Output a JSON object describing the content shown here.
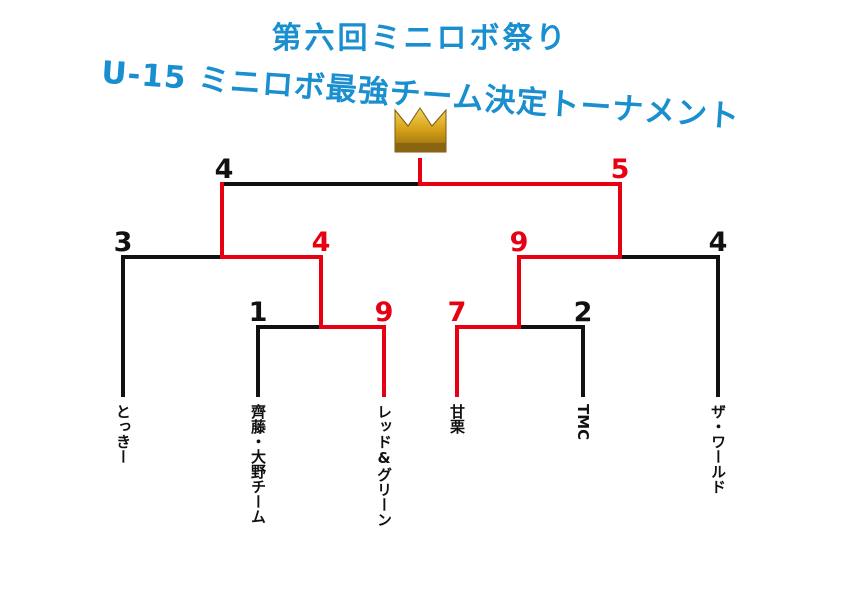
{
  "title": {
    "line1": "第六回ミニロボ祭り",
    "line2": "U-15 ミニロボ最強チーム決定トーナメント"
  },
  "crown_icon": "crown-icon",
  "colors": {
    "title": "#1a8fd0",
    "winner_path": "#e60012",
    "loser_path": "#111111",
    "crown": "#d4a017"
  },
  "teams": [
    {
      "id": "team1",
      "name": "とっきー"
    },
    {
      "id": "team2",
      "name": "齊藤・大野チーム"
    },
    {
      "id": "team3",
      "name": "レッド&グリーン"
    },
    {
      "id": "team4",
      "name": "甘栗"
    },
    {
      "id": "team5",
      "name": "TMC"
    },
    {
      "id": "team6",
      "name": "ザ・ワールド"
    }
  ],
  "matches": {
    "r1_left": {
      "top_score": "1",
      "bottom_score": "9",
      "winner": "team3"
    },
    "r1_right": {
      "top_score": "7",
      "bottom_score": "2",
      "winner": "team4"
    },
    "semi_left": {
      "top_score": "3",
      "bottom_score": "4",
      "winner": "r1_left"
    },
    "semi_right": {
      "top_score": "9",
      "bottom_score": "4",
      "winner": "r1_right"
    },
    "final": {
      "top_score": "4",
      "bottom_score": "5",
      "winner": "semi_right"
    }
  }
}
